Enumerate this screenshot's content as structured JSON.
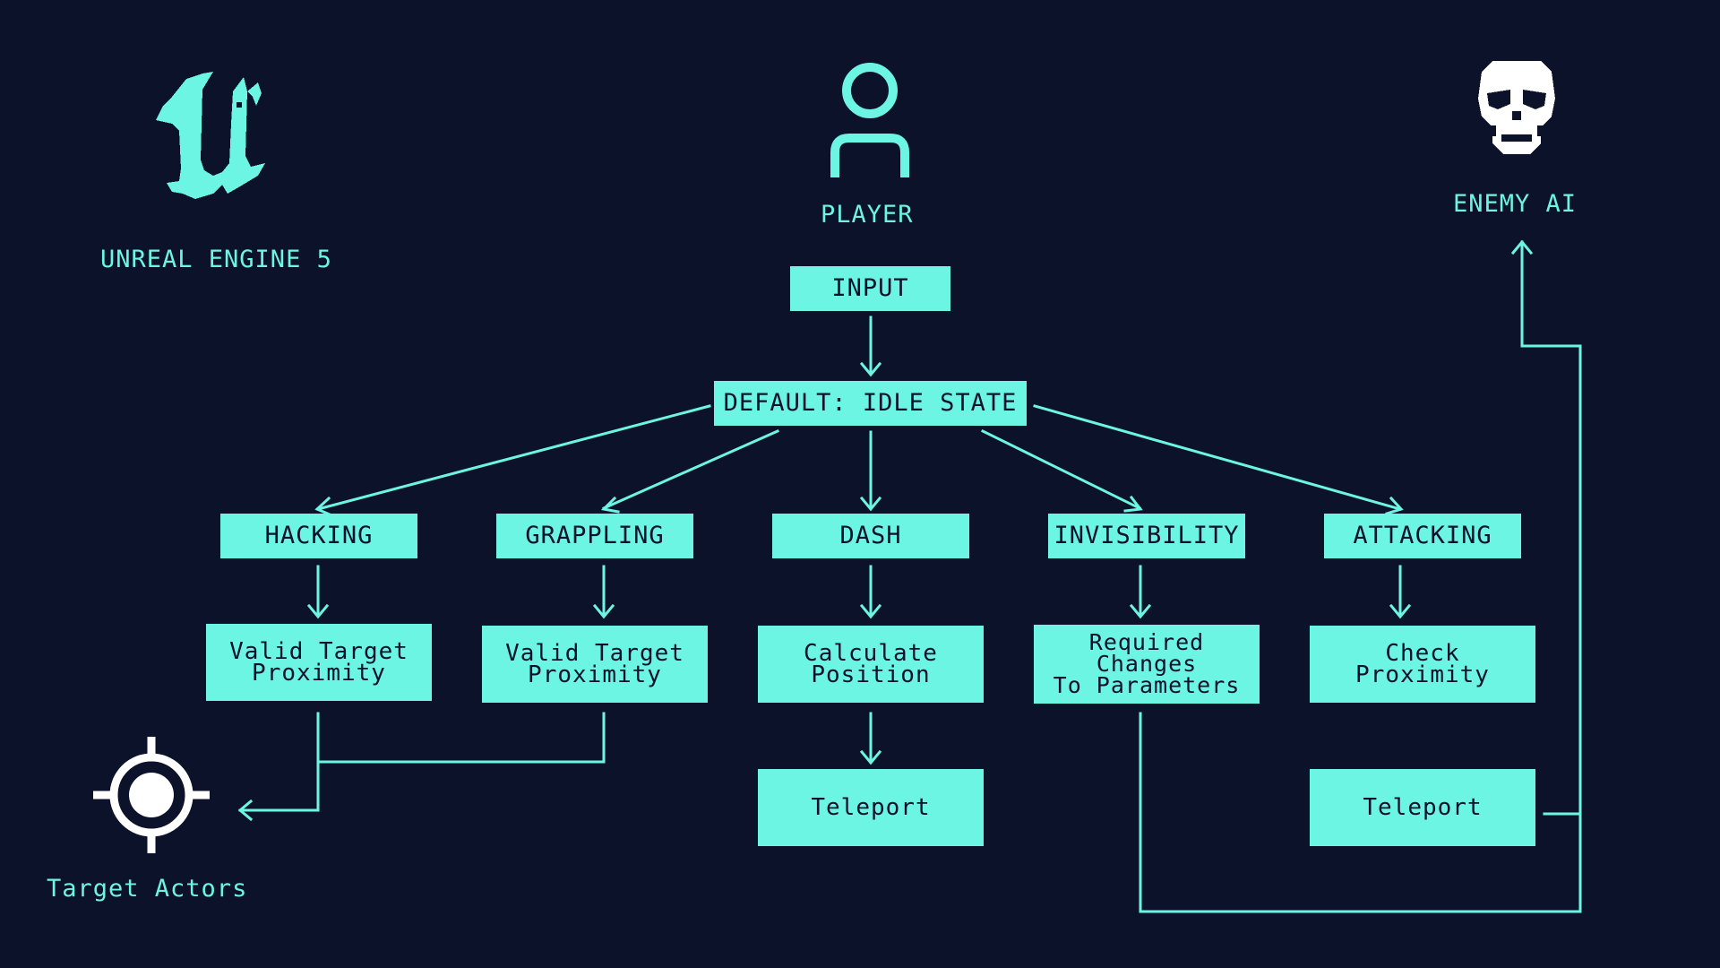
{
  "labels": {
    "engine": "UNREAL ENGINE 5",
    "player": "PLAYER",
    "enemy": "ENEMY AI",
    "targets": "Target Actors"
  },
  "nodes": {
    "input": "INPUT",
    "idle": "DEFAULT: IDLE STATE",
    "hacking": "HACKING",
    "grappling": "GRAPPLING",
    "dash": "DASH",
    "invisibility": "INVISIBILITY",
    "attacking": "ATTACKING",
    "hack_check": "Valid Target\nProximity",
    "grapple_check": "Valid Target\nProximity",
    "calc_position": "Calculate\nPosition",
    "params": "Required\nChanges\nTo Parameters",
    "check_proximity": "Check\nProximity",
    "teleport_dash": "Teleport",
    "teleport_attack": "Teleport"
  },
  "edges": [
    {
      "from": "input",
      "to": "idle"
    },
    {
      "from": "idle",
      "to": "hacking"
    },
    {
      "from": "idle",
      "to": "grappling"
    },
    {
      "from": "idle",
      "to": "dash"
    },
    {
      "from": "idle",
      "to": "invisibility"
    },
    {
      "from": "idle",
      "to": "attacking"
    },
    {
      "from": "hacking",
      "to": "hack_check"
    },
    {
      "from": "grappling",
      "to": "grapple_check"
    },
    {
      "from": "dash",
      "to": "calc_position"
    },
    {
      "from": "invisibility",
      "to": "params"
    },
    {
      "from": "attacking",
      "to": "check_proximity"
    },
    {
      "from": "calc_position",
      "to": "teleport_dash"
    },
    {
      "from": "hack_check",
      "to": "targets"
    },
    {
      "from": "grapple_check",
      "to": "targets"
    },
    {
      "from": "params",
      "to": "enemy"
    },
    {
      "from": "teleport_attack",
      "to": "enemy"
    }
  ],
  "icons": [
    "unreal-logo-icon",
    "player-icon",
    "skull-icon",
    "crosshair-icon"
  ],
  "colors": {
    "background": "#0c1229",
    "accent": "#6cf5e3",
    "icon_white": "#ffffff"
  }
}
